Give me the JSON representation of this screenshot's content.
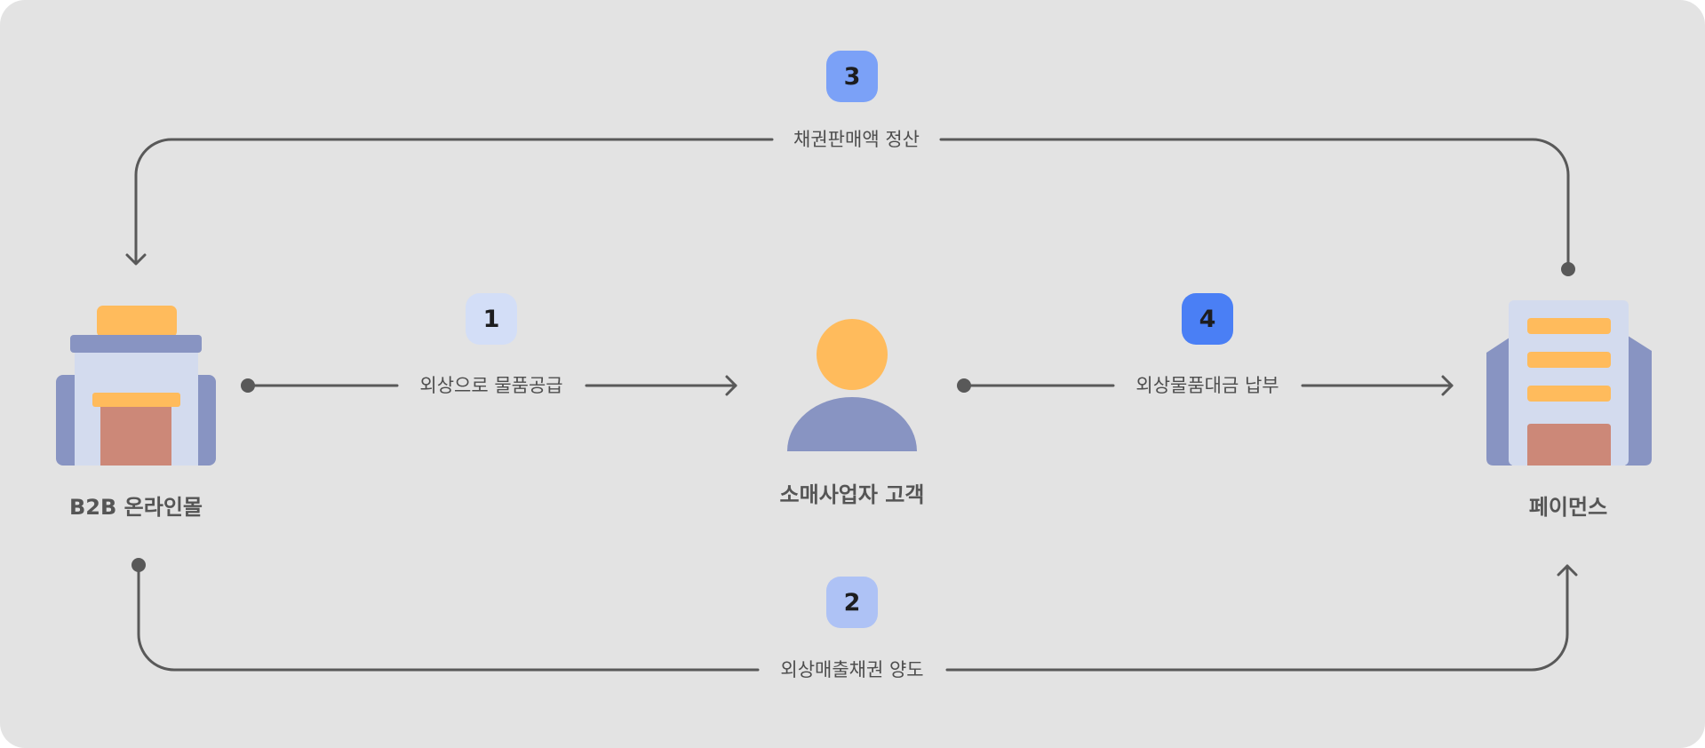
{
  "entities": {
    "mall": "B2B 온라인몰",
    "customer": "소매사업자 고객",
    "paymence": "페이먼스"
  },
  "steps": [
    {
      "number": "1",
      "label": "외상으로 물품공급",
      "color": "#d3def7"
    },
    {
      "number": "2",
      "label": "외상매출채권 양도",
      "color": "#aec2f5"
    },
    {
      "number": "3",
      "label": "채권판매액 정산",
      "color": "#7ba1f7"
    },
    {
      "number": "4",
      "label": "외상물품대금 납부",
      "color": "#4a7ff5"
    }
  ],
  "colors": {
    "background": "#e3e3e3",
    "line": "#595959",
    "orange": "#ffbb5c",
    "slate": "#8894c2",
    "pale": "#d3dbee",
    "brick": "#cc8878"
  }
}
